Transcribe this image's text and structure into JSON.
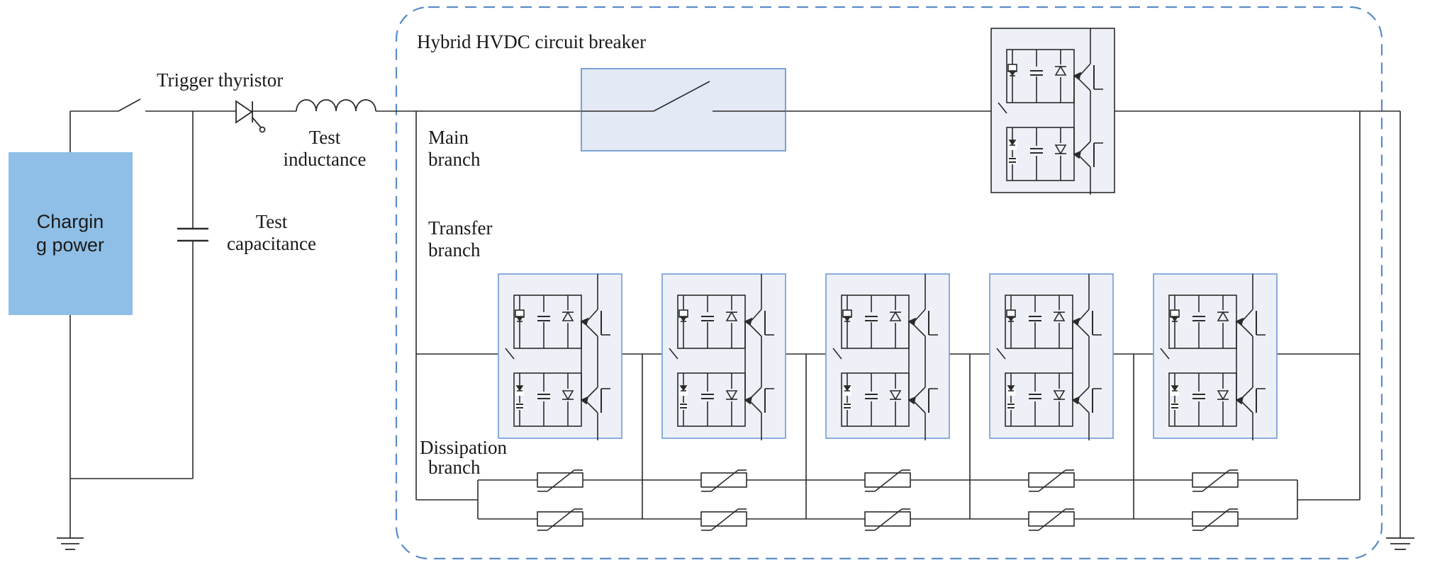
{
  "labels": {
    "breaker_title": "Hybrid HVDC circuit breaker",
    "trigger_thyristor": "Trigger thyristor",
    "test_inductance_1": "Test",
    "test_inductance_2": "inductance",
    "test_capacitance_1": "Test",
    "test_capacitance_2": "capacitance",
    "charging_power_1": "Chargin",
    "charging_power_2": "g power",
    "main_branch_1": "Main",
    "main_branch_2": "branch",
    "transfer_branch_1": "Transfer",
    "transfer_branch_2": "branch",
    "dissipation_branch_1": "Dissipation",
    "dissipation_branch_2": "branch"
  },
  "colors": {
    "wire": "#2b2b2b",
    "boundary": "#5b8cc8",
    "power_fill": "#8fbfe6",
    "module_fill": "#eef0f7",
    "module_border": "#7ea6d8",
    "switch_fill": "#e3e9f5",
    "switch_border": "#6f9bd1"
  },
  "icons": {
    "source": "charging-power-source",
    "switch": "disconnect-switch-icon",
    "thyristor": "thyristor-icon",
    "inductor": "inductor-coil-icon",
    "capacitor": "capacitor-icon",
    "igbt_module": "igbt-module-icon",
    "arrester": "surge-arrester-icon",
    "ground": "ground-icon"
  }
}
